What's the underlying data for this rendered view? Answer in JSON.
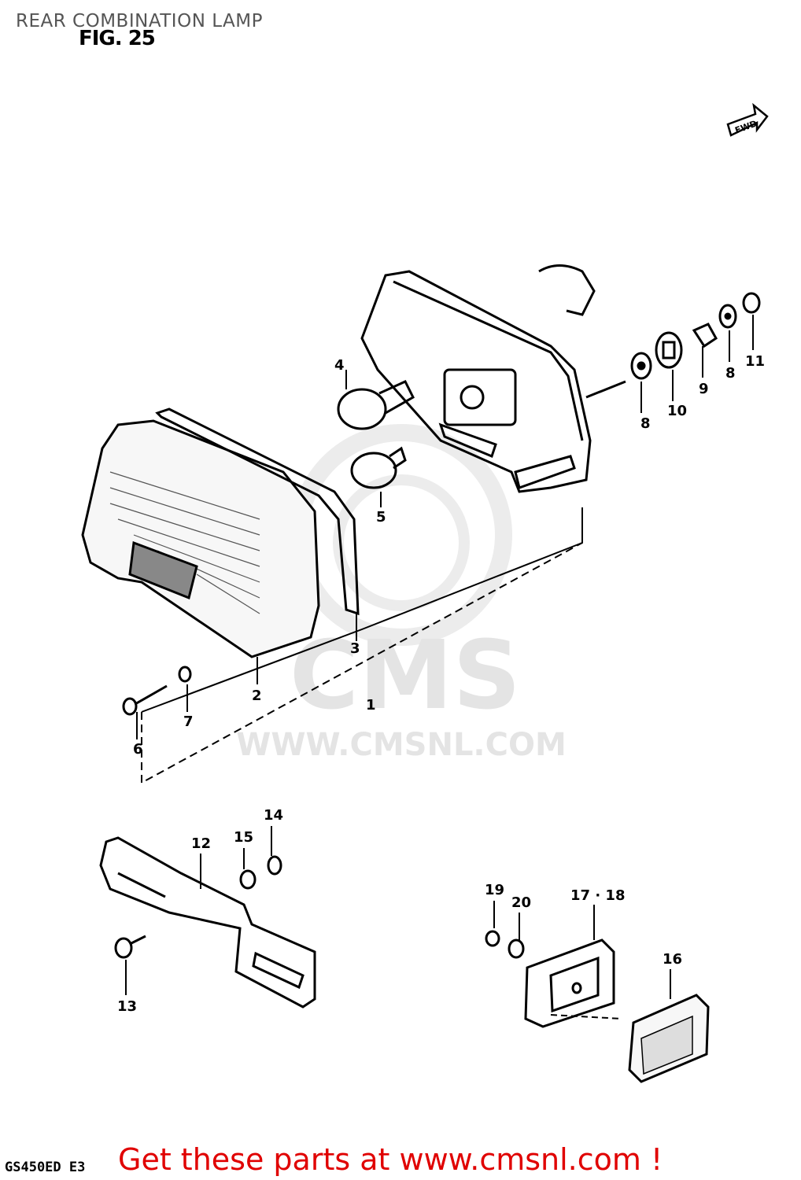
{
  "header": {
    "title": "REAR COMBINATION LAMP",
    "figure": "FIG. 25",
    "fwd": "FWD"
  },
  "footer": {
    "model": "GS450ED E3",
    "cta": "Get these parts at www.cmsnl.com !"
  },
  "watermark": {
    "brand": "CMS",
    "url": "WWW.CMSNL.COM"
  },
  "callouts": {
    "c1": "1",
    "c2": "2",
    "c3": "3",
    "c4": "4",
    "c5": "5",
    "c6": "6",
    "c7": "7",
    "c8a": "8",
    "c8b": "8",
    "c9": "9",
    "c10": "10",
    "c11": "11",
    "c12": "12",
    "c13": "13",
    "c14": "14",
    "c15": "15",
    "c16": "16",
    "c17_18": "17 · 18",
    "c19": "19",
    "c20": "20"
  },
  "colors": {
    "cta": "#e00000",
    "title": "#555555",
    "watermark": "#e4e4e4"
  }
}
